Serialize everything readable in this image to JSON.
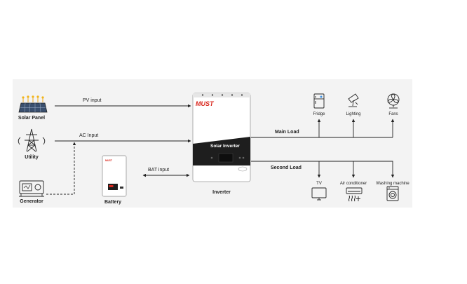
{
  "sources": {
    "solar_panel": "Solar Panel",
    "utility": "Utility",
    "generator": "Generator",
    "battery": "Battery"
  },
  "lines": {
    "pv_input": "PV input",
    "ac_input": "AC Input",
    "bat_input": "BAT input",
    "main_load": "Main Load",
    "second_load": "Second Load"
  },
  "inverter": {
    "brand": "MUST",
    "product": "Solar Inverter",
    "label": "Inverter"
  },
  "main_loads": [
    "Fridge",
    "Lighting",
    "Fans"
  ],
  "second_loads": [
    "TV",
    "Air conditioner",
    "Washing machine"
  ],
  "colors": {
    "panel_bg": "#f3f3f3",
    "line": "#222222",
    "brand_red": "#d9261c",
    "inverter_dark": "#1e1e1e"
  }
}
